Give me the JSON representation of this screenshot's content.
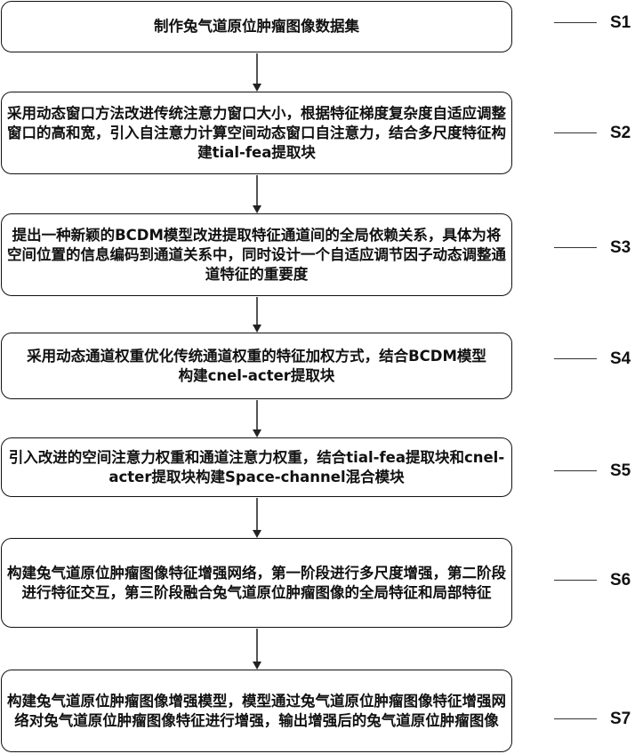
{
  "steps": [
    {
      "label": "S1",
      "text": "制作兔气道原位肿瘤图像数据集"
    },
    {
      "label": "S2",
      "text": "采用动态窗口方法改进传统注意力窗口大小，根据特征梯度复杂度自适应调整窗口的高和宽，引入自注意力计算空间动态窗口自注意力，结合多尺度特征构建tial-fea提取块"
    },
    {
      "label": "S3",
      "text": "提出一种新颖的BCDM模型改进提取特征通道间的全局依赖关系，具体为将空间位置的信息编码到通道关系中，同时设计一个自适应调节因子动态调整通道特征的重要度"
    },
    {
      "label": "S4",
      "text": "采用动态通道权重优化传统通道权重的特征加权方式，结合BCDM模型构建cnel-acter提取块"
    },
    {
      "label": "S5",
      "text": "引入改进的空间注意力权重和通道注意力权重，结合tial-fea提取块和cnel-acter提取块构建Space-channel混合模块"
    },
    {
      "label": "S6",
      "text": "构建兔气道原位肿瘤图像特征增强网络，第一阶段进行多尺度增强，第二阶段进行特征交互，第三阶段融合兔气道原位肿瘤图像的全局特征和局部特征"
    },
    {
      "label": "S7",
      "text": "构建兔气道原位肿瘤图像增强模型，模型通过兔气道原位肿瘤图像特征增强网络对兔气道原位肿瘤图像特征进行增强，输出增强后的兔气道原位肿瘤图像"
    }
  ]
}
